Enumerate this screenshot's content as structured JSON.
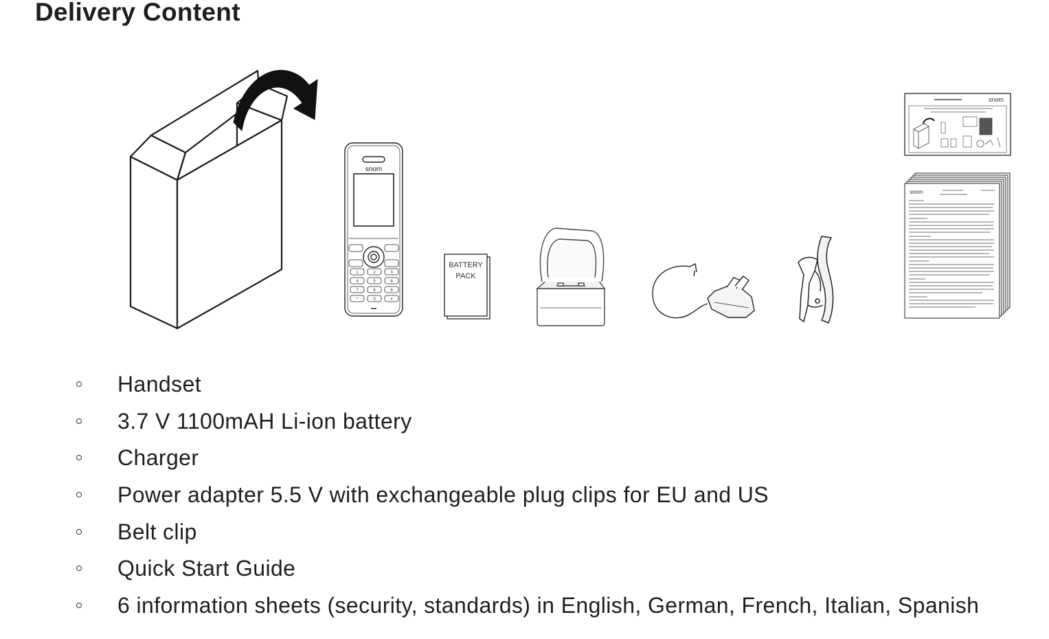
{
  "page": {
    "title": "Delivery Content"
  },
  "illustration": {
    "handset_brand": "snom",
    "battery_label_line1": "BATTERY",
    "battery_label_line2": "PACK",
    "guide_brand": "snom",
    "sheet_brand": "snom",
    "keypad_keys": [
      "1",
      "2",
      "3",
      "4",
      "5",
      "6",
      "7",
      "8",
      "9",
      "*",
      "0",
      "#"
    ]
  },
  "items": [
    {
      "label": "Handset"
    },
    {
      "label": "3.7 V 1100mAH Li-ion battery"
    },
    {
      "label": "Charger"
    },
    {
      "label": "Power adapter 5.5 V with exchangeable plug clips for EU and US"
    },
    {
      "label": "Belt clip"
    },
    {
      "label": "Quick Start Guide"
    },
    {
      "label": "6 information sheets (security, standards) in English, German, French, Italian, Spanish"
    }
  ]
}
